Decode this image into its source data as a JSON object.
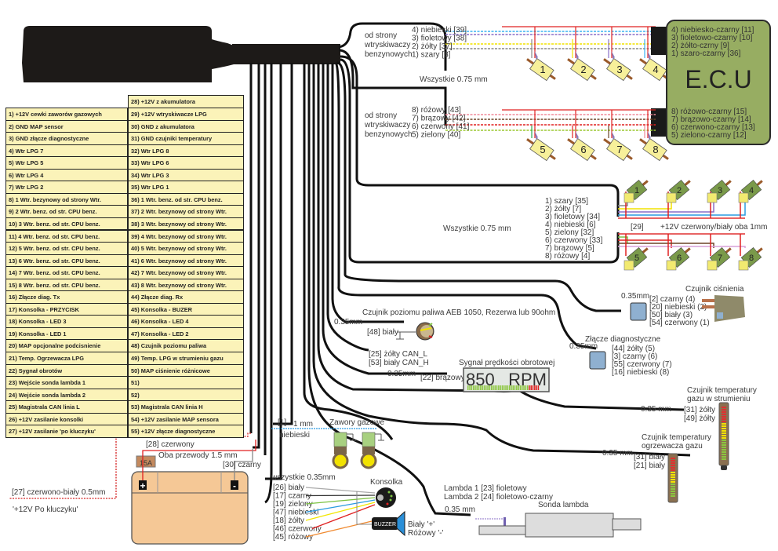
{
  "pin_table": {
    "left_column": [
      "1) +12V cewki zaworów gazowych",
      "2) GND MAP sensor",
      "3) GND złącze diagnostyczne",
      "4) Wtr LPG 7",
      "5) Wtr LPG 5",
      "6) Wtr LPG 4",
      "7) Wtr LPG 2",
      "8) 1 Wtr. bezynowy od strony Wtr.",
      "9) 2 Wtr. benz. od str. CPU benz.",
      "10) 3 Wtr. benz. od str. CPU benz.",
      "11) 4 Wtr. benz. od str. CPU benz.",
      "12) 5 Wtr. benz. od str. CPU benz.",
      "13) 6 Wtr. benz. od str. CPU benz.",
      "14) 7 Wtr. benz. od str. CPU benz.",
      "15) 8 Wtr. benz. od str. CPU benz.",
      "16) Złącze diag. Tx",
      "17) Konsolka - PRZYCISK",
      "18) Konsolka - LED 3",
      "19) Konsolka - LED 1",
      "20) MAP opcjonalne podcisnienie",
      "21) Temp. Ogrzewacza LPG",
      "22) Sygnał obrotów",
      "23) Wejście sonda lambda 1",
      "24) Wejście sonda lambda 2",
      "25) Magistrala CAN linia L",
      "26) +12V zasilanie konsolki",
      "27) +12V zasilanie 'po kluczyku'"
    ],
    "right_column": [
      "28) +12V z akumulatora",
      "29) +12V wtryskiwacze LPG",
      "30) GND z akumulatora",
      "31) GND czujniki temperatury",
      "32) Wtr LPG 8",
      "33) Wtr LPG 6",
      "34) Wtr LPG 3",
      "35) Wtr LPG 1",
      "36) 1 Wtr. benz. od str. CPU benz.",
      "37) 2 Wtr. bezynowy od strony Wtr.",
      "38) 3 Wtr. bezynowy od strony Wtr.",
      "39) 4 Wtr. bezynowy od strony Wtr.",
      "40) 5 Wtr. bezynowy od strony Wtr.",
      "41) 6 Wtr. bezynowy od strony Wtr.",
      "42) 7 Wtr. bezynowy od strony Wtr.",
      "43) 8 Wtr. bezynowy od strony Wtr.",
      "44) Złącze diag. Rx",
      "45) Konsolka - BUZER",
      "46) Konsolka - LED 4",
      "47) Konsolka - LED 2",
      "48) Czujnik poziomu paliwa",
      "49) Temp. LPG w strumieniu gazu",
      "50) MAP ciśnienie różnicowe",
      "51)",
      "52)",
      "53) Magistrala CAN  linia H",
      "54) +12V zasilanie MAP sensora",
      "55) +12V złącze diagnostyczne"
    ]
  },
  "petrol_injectors_top": {
    "side_label": [
      "od strony",
      "wtryskiwaczy",
      "benzynowych"
    ],
    "wires": [
      "4) niebieski [39]",
      "3) fioletowy [38]",
      "2) żółty [37]",
      "1) szary [8]"
    ],
    "injector_numbers": [
      "1",
      "2",
      "3",
      "4"
    ],
    "gauge_note": "Wszystkie 0.75 mm",
    "wire_colors": [
      "#3ab4f2",
      "#8a6fc7",
      "#f2e200",
      "#777777"
    ]
  },
  "petrol_injectors_bottom": {
    "side_label": [
      "od strony",
      "wtryskiwaczy",
      "benzynowych"
    ],
    "wires": [
      "8) różowy [43]",
      "7) brązowy [42]",
      "6) czerwony [41]",
      "5) zielony [40]"
    ],
    "injector_numbers": [
      "5",
      "6",
      "7",
      "8"
    ],
    "wire_colors": [
      "#f08a9a",
      "#6b4426",
      "#e02020",
      "#9cc832"
    ]
  },
  "ecu": {
    "title": "E.C.U",
    "top_pins": [
      "4) niebiesko-czarny [11]",
      "3) fioletowo-czarny [10]",
      "2) żółto-czrny [9]",
      "1) szaro-czarny [36]"
    ],
    "bottom_pins": [
      "8) różowo-czarny [15]",
      "7) brązowo-czarny [14]",
      "6) czerwono-czarny [13]",
      "5) zielono-czarny [12]"
    ],
    "fill_color": "#97ad62"
  },
  "lpg_injectors": {
    "gauge_note": "Wszystkie 0.75 mm",
    "wires": [
      "1) szary [35]",
      "2) żółty [7]",
      "3) fioletowy [34]",
      "4) niebieski [6]",
      "5) zielony [32]",
      "6) czerwony [33]",
      "7) brązowy [5]",
      "8) różowy [4]"
    ],
    "power_pin": "[29]",
    "power_note": "+12V czerwony/biały oba 1mm",
    "injector_numbers": [
      "1",
      "2",
      "3",
      "4",
      "5",
      "6",
      "7",
      "8"
    ]
  },
  "pressure_sensor": {
    "title": "Czujnik ciśnienia",
    "gauge": "0.35mm",
    "pins": [
      "[2] czarny (4)",
      "[20] niebieski (2)",
      "[50] biały (3)",
      "[54] czerwony (1)"
    ]
  },
  "fuel_level_sensor": {
    "title": "Czujnik poziomu paliwa AEB 1050, Rezerwa lub 90ohm",
    "gauge": "0.35mm",
    "pin": "[48] biały"
  },
  "can_bus": {
    "pins": [
      "[25] żółty CAN_L",
      "[53] biały CAN_H"
    ]
  },
  "rpm_signal": {
    "title": "Sygnał prędkości obrotowej",
    "gauge": "0.35mm",
    "pin": "[22] brązowy",
    "display_value": "850",
    "display_unit": "RPM"
  },
  "diag_connector": {
    "title": "Złącze diagnostyczne",
    "gauge": "0.35mm",
    "pins": [
      "[44] żółty (5)",
      "[3] czarny (6)",
      "[55] czerwony (7)",
      "[16] niebieski (8)"
    ]
  },
  "gas_temp_sensor": {
    "title": [
      "Czujnik temperatury",
      "gazu w strumieniu"
    ],
    "gauge": "0.35 mm",
    "pins": [
      "[31] żółty",
      "[49] żółty"
    ]
  },
  "heater_temp_sensor": {
    "title": [
      "Czujnik temperatury",
      "ogrzewacza gazu"
    ],
    "gauge": "0.35 mm",
    "pins": [
      "[31] biały",
      "[21] biały"
    ]
  },
  "gas_valves": {
    "title": "Zawory gazowe",
    "pin": "[1]",
    "gauge": "1 mm",
    "color_label": "niebieski"
  },
  "console": {
    "title": "Konsolka",
    "gauge_note": "wszystkie 0.35mm",
    "wires": [
      "[26] biały",
      "[17] czarny",
      "[19] zielony",
      "[47] niebieski",
      "[18] żółty",
      "[46] czerwony",
      "[45] różowy"
    ],
    "wire_colors": [
      "#aaaaaa",
      "#333333",
      "#7cc242",
      "#2a9be0",
      "#f2e600",
      "#e02020",
      "#f08a30"
    ],
    "buzzer_label": "BUZZER",
    "buzzer_pins": [
      "Biały '+'",
      "Różowy '-'"
    ]
  },
  "lambda_probe": {
    "title": "Sonda lambda",
    "lines": [
      "Lambda 1 [23] fioletowy",
      "Lambda 2 [24] fioletowo-czarny"
    ],
    "gauge": "0.35 mm"
  },
  "battery": {
    "plus_wire": "[28] czerwony",
    "fuse": "15A",
    "note": "Oba przewody 1.5 mm",
    "minus_wire": "[30] czarny",
    "plus_symbol": "+",
    "minus_symbol": "-"
  },
  "ignition": {
    "wire": "[27] czerwono-biały 0.5mm",
    "note": "'+12V Po kluczyku'"
  }
}
